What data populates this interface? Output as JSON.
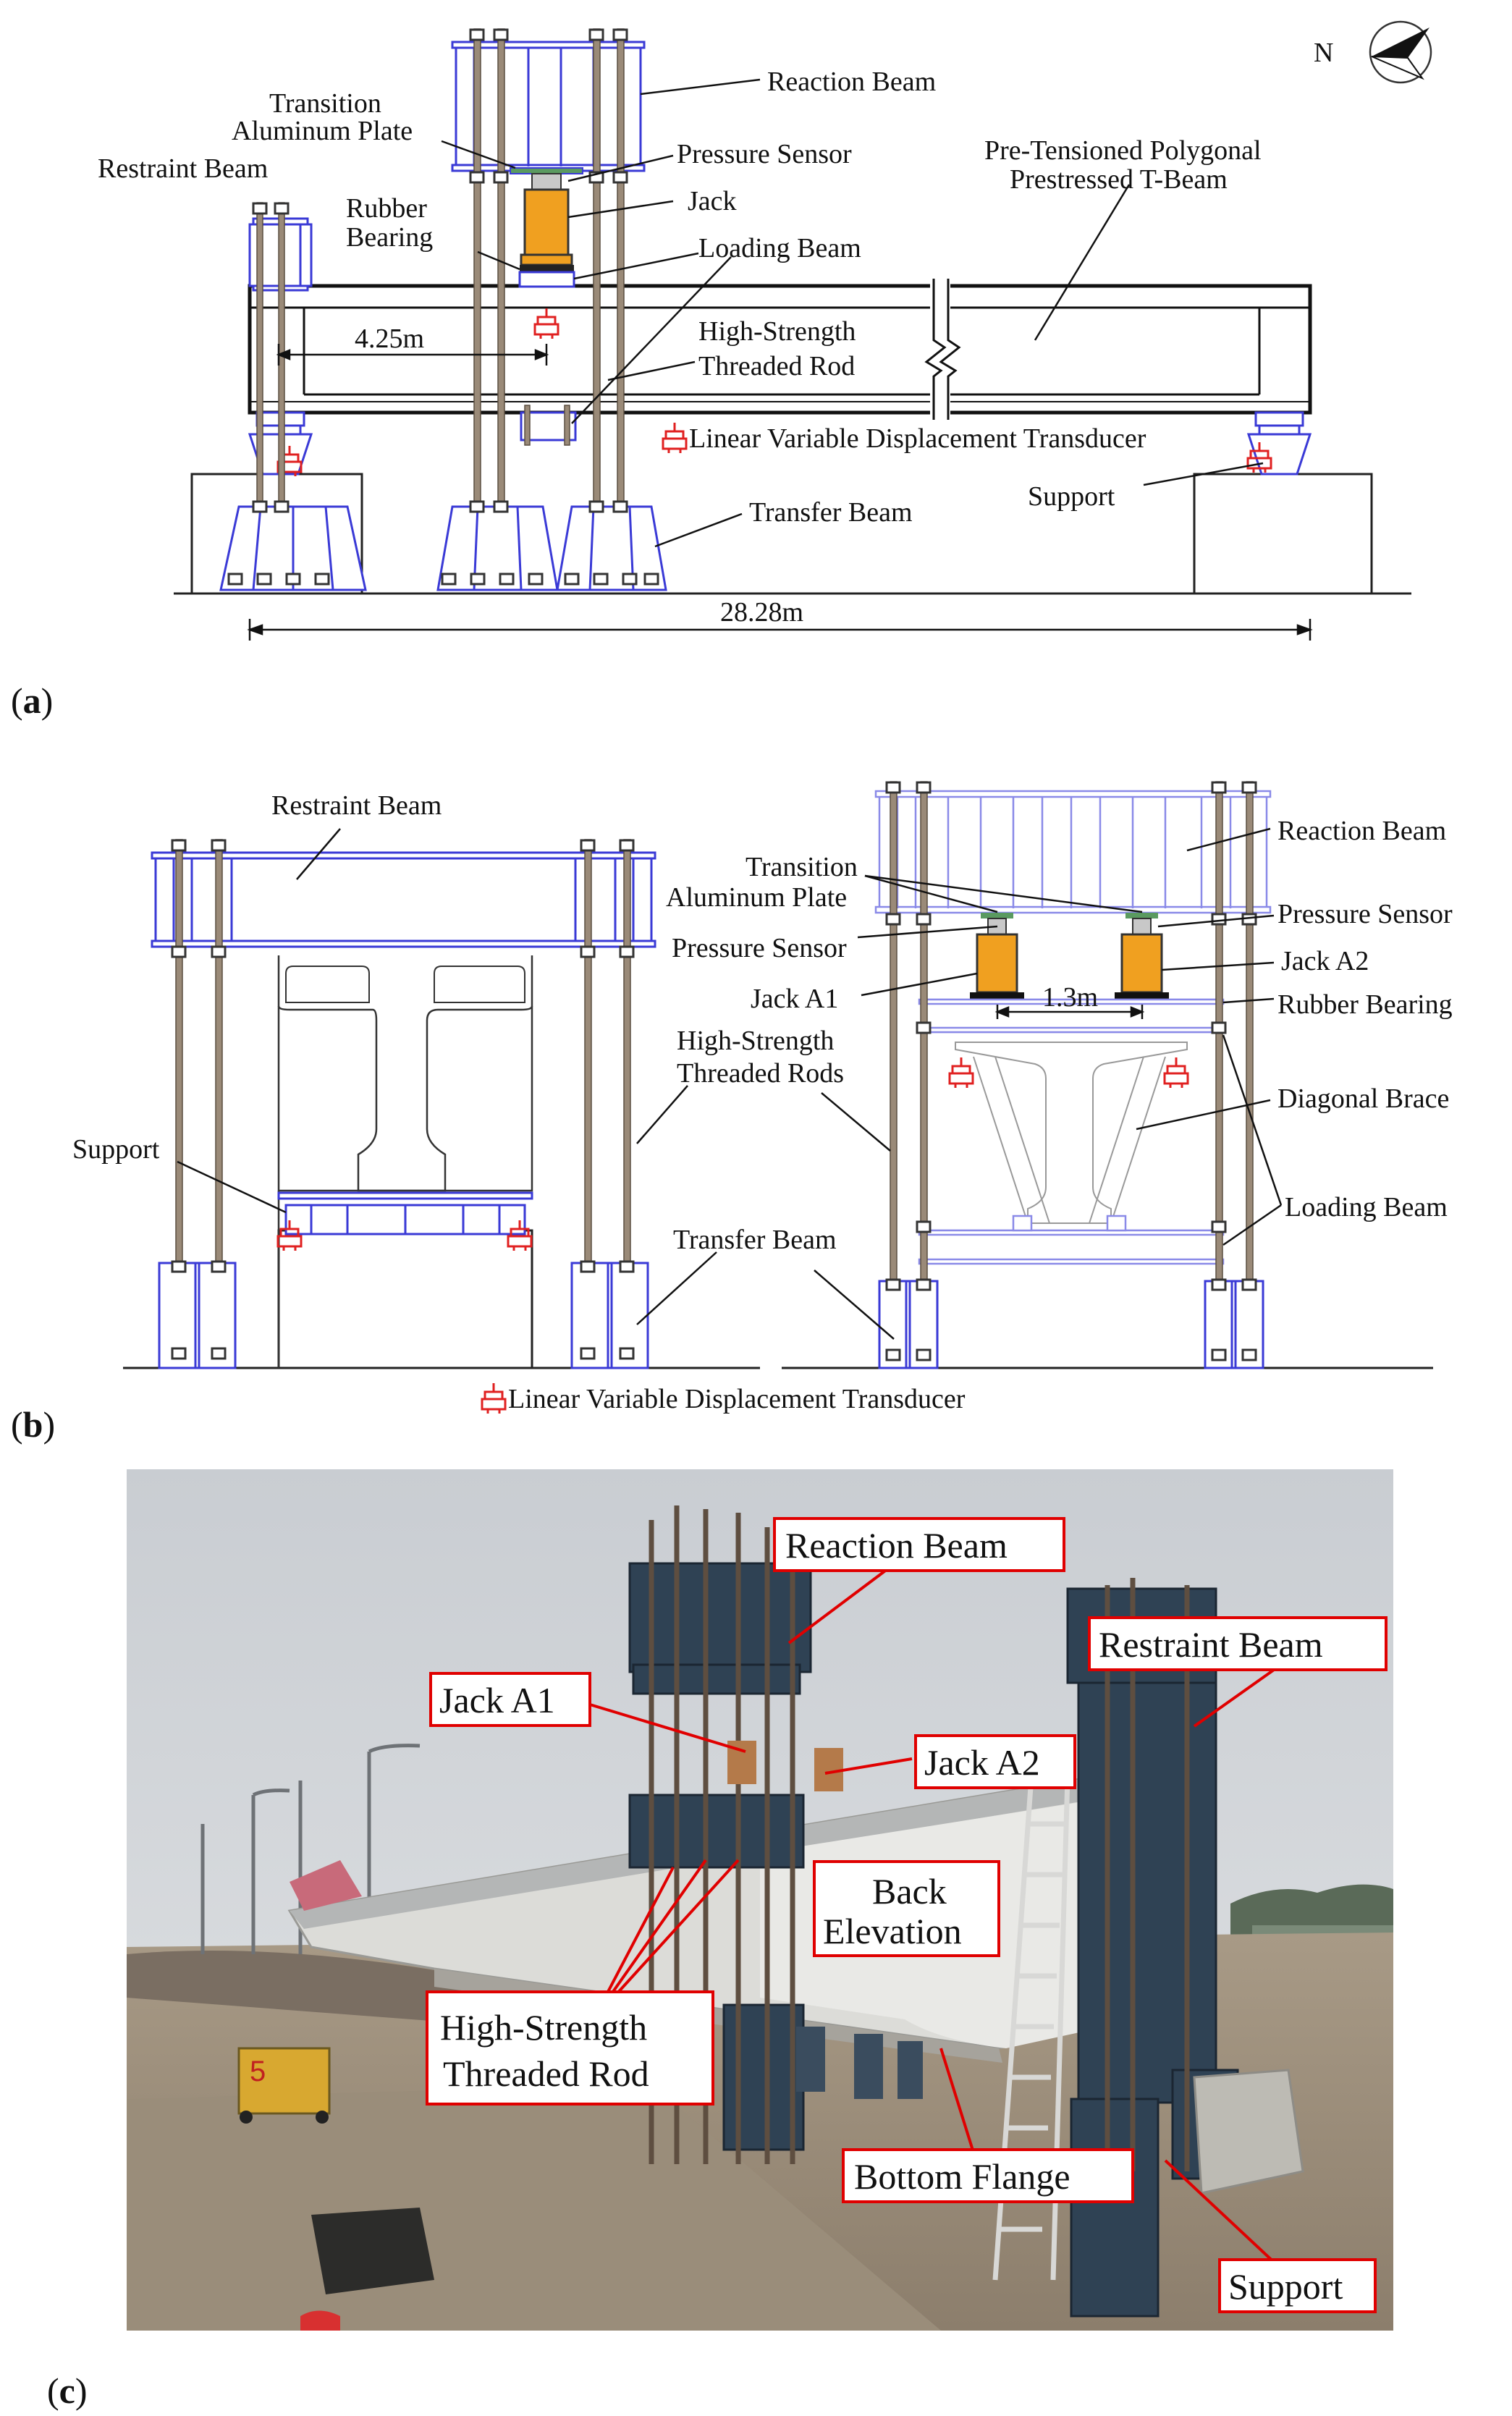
{
  "panel_a": {
    "caption_letter": "a",
    "compass_label": "N",
    "labels": {
      "reaction_beam": "Reaction Beam",
      "transition_plate_1": "Transition",
      "transition_plate_2": "Aluminum Plate",
      "pressure_sensor": "Pressure Sensor",
      "restraint_beam": "Restraint Beam",
      "jack": "Jack",
      "rubber_bearing_1": "Rubber",
      "rubber_bearing_2": "Bearing",
      "loading_beam": "Loading Beam",
      "pretensioned_1": "Pre-Tensioned Polygonal",
      "pretensioned_2": "Prestressed T-Beam",
      "high_strength_1": "High-Strength",
      "high_strength_2": "Threaded Rod",
      "lvdt": "Linear Variable Displacement Transducer",
      "support": "Support",
      "transfer_beam": "Transfer Beam"
    },
    "dimensions": {
      "span_4_25": "4.25m",
      "total_span": "28.28m"
    }
  },
  "panel_b": {
    "caption_letter": "b",
    "labels": {
      "restraint_beam": "Restraint Beam",
      "support": "Support",
      "high_strength_1": "High-Strength",
      "high_strength_2": "Threaded Rods",
      "transfer_beam": "Transfer Beam",
      "reaction_beam": "Reaction Beam",
      "transition_plate_1": "Transition",
      "transition_plate_2": "Aluminum Plate",
      "pressure_sensor_left": "Pressure Sensor",
      "pressure_sensor_right": "Pressure Sensor",
      "jack_a1": "Jack A1",
      "jack_a2": "Jack A2",
      "rubber_bearing": "Rubber Bearing",
      "diagonal_brace": "Diagonal Brace",
      "loading_beam": "Loading Beam",
      "lvdt": "Linear Variable Displacement Transducer"
    },
    "dimensions": {
      "jack_spacing": "1.3m"
    }
  },
  "panel_c": {
    "caption_letter": "c",
    "labels": {
      "reaction_beam": "Reaction Beam",
      "restraint_beam": "Restraint Beam",
      "jack_a1": "Jack A1",
      "jack_a2": "Jack A2",
      "back_elevation_1": "Back",
      "back_elevation_2": "Elevation",
      "high_strength_1": "High-Strength",
      "high_strength_2": "Threaded Rod",
      "bottom_flange": "Bottom Flange",
      "support": "Support",
      "generator_number": "5"
    }
  },
  "colors": {
    "steel_blue": "#3a3ad6",
    "jack_orange": "#f0a020",
    "rod_brown": "#9a8a78",
    "lvdt_red": "#e02020",
    "callout_red": "#e00000"
  }
}
